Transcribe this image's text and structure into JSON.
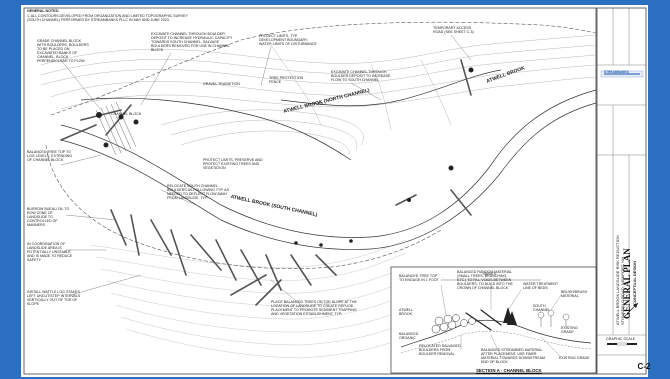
{
  "sheet": {
    "general_notes_heading": "GENERAL NOTES:",
    "general_note_1": "1. ALL CONTOURS DEVELOPED FROM ORGANIZATION AND LIMITED TOPOGRAPHIC SURVEY (SOUTH CHANNEL) PERFORMED BY STREAMBANKS PLLC IN MAY AND JUNE 2023.",
    "stream_label_upper": "ATWELL BROOK (NORTH CHANNEL)",
    "stream_label_lower": "ATWELL BROOK (SOUTH CHANNEL)",
    "stream_label_east": "ATWELL BROOK",
    "callouts": [
      "GRADE CHANNEL BLOCK WITH BOULDERS, BOULDERS TO BE PLACED ON EXCAVATED BANKS OF CHANNEL, BLOCK PERPENDICULAR TO FLOW",
      "EXCAVATE CHANNEL THROUGH BOULDER DEPOSIT TO INCREASE HYDRAULIC CAPACITY TOWARDS SOUTH CHANNEL, SALVAGE BOULDERS REMOVED FOR USE IN CHANNEL BLOCK",
      "PROJECT LIMITS, TYP. DEVELOPMENT BOUNDARY, WATER LIMITS OF DISTURBANCE",
      "TEMPORARY ACCESS ROAD (SEE SHEET C-3)",
      "EXCAVATE CHANNEL THROUGH BOULDER DEPOSIT TO INCREASE FLOW TO SOUTH CHANNEL",
      "GRAVEL TRANSITION",
      "POOL",
      "CHANNEL BLOCK",
      "PROTECT LIMITS, PRESERVE AND PROTECT EXISTING TREES AND VEGETATION",
      "RELOCATE SOUTH CHANNEL BOULDERS AS FOLLOWING TYP. AS NEEDED TO DEFLECT FLOW AWAY FROM LANDSLIDE, TYP.",
      "BALANCED TREE TOP TO LOG LEVELS, EXTENDING OF CHANNEL BLOCK",
      "BURROW BUEAU OIL TO ROW ZONE OF LANDSLIDE TO CONTROLLED OF MANNERS",
      "IN COORDINATION OF LANDSLIDE AREA IS POTENTIALLY UNSTABLE AND IS MADE TO REDUCE SAFETY",
      "INSTALL WATTLE LOG STAKES LEFT UNCUT/STEP INTERVALS VERTICALLY OUT OF TOE OF SLOPE",
      "PLACE BALANCED TREES ON TOE SLOPE AT THE LOCATION OF LANDSLIDE TO CREATE REFUGE. PLACEMENT TO PROMOTE SEDIMENT TRAPPING AND VEGETATION ESTABLISHMENT, TYP.",
      "TREE PROTECTION FENCE"
    ],
    "section_title": "SECTION A - CHANNEL BLOCK",
    "section_labels": [
      "BALANCED TREE TOP TO ENGAGE IN 1 FOOT",
      "ATWELL BROOK",
      "BALANCED RANDOM MATERIAL (SMALL TREES, BRANCHING, ETC.) TO FILL VOIDS BETWEEN BOULDERS, TO BUILD INTO THE CROWN OF CHANNEL BLOCK",
      "WATER TREATMENT LINE OF BEDS",
      "BRUSH/BRUSH MATERIAL",
      "RELOCATED SALVAGED BOULDERS FROM BOULDER REMOVAL",
      "BALANCED ORGANIC",
      "EXISTING GRADE",
      "SOUTH CHANNEL",
      "BALANCED STREAMBED MATERIAL AFTER PLACEMENT. USE FINER MATERIAL TOWARDS DOWNSTREAM END OF BLOCK",
      "EXISTING GRADE",
      "VARIES"
    ],
    "title_block": {
      "title": "GENERAL PLAN",
      "subtitle": "CONCEPTUAL DESIGN",
      "project": "ATWELL BROOK LANDSLIDE RISK REDUCTION",
      "location": "STONEFIELD ROAD, NEWPORT, NH",
      "sheet_number": "C-2",
      "scale_label": "GRAPHIC SCALE",
      "logo_text": "STREAMBANKS"
    },
    "colors": {
      "frame": "#2a6fc0",
      "line": "#333333",
      "contour": "#9a9a9a",
      "paper": "#ffffff"
    }
  }
}
